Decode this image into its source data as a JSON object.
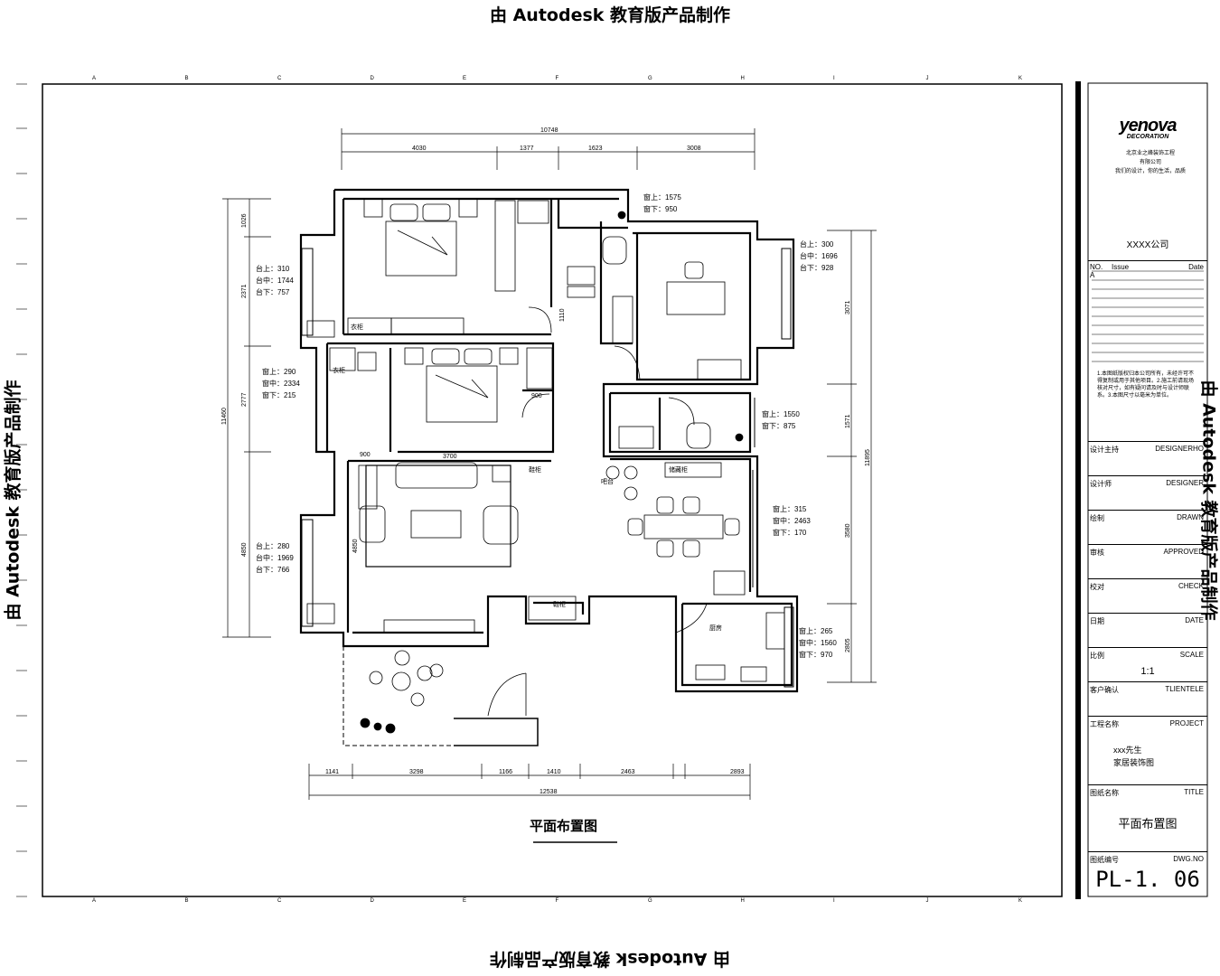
{
  "watermark": "由 Autodesk 教育版产品制作",
  "plan_title": "平面布置图",
  "grid_cols": [
    "A",
    "B",
    "C",
    "D",
    "E",
    "F",
    "G",
    "H",
    "I",
    "J",
    "K"
  ],
  "dims_top": {
    "total": "10748",
    "parts": [
      "4030",
      "1377",
      "1623",
      "3008"
    ]
  },
  "dims_bottom": {
    "total": "12538",
    "parts": [
      "1141",
      "3298",
      "1166",
      "1410",
      "2463",
      "2893"
    ]
  },
  "dims_left": {
    "total": "11460",
    "parts": [
      "1026",
      "2371",
      "2777",
      "4850"
    ]
  },
  "dims_right": {
    "total": "11895",
    "parts": [
      "3071",
      "1571",
      "3580",
      "2805"
    ]
  },
  "inner_dims": {
    "d1": "1110",
    "d2": "3700",
    "d3": "900",
    "d4": "900",
    "d5": "4850"
  },
  "rooms": {
    "r1": "衣柜",
    "r2": "吧台",
    "r3": "储藏柜",
    "r4": "鞋柜",
    "r5": "鞋柜",
    "r6": "厨房",
    "r7": "衣柜"
  },
  "windows": {
    "w1": [
      "窗上：1575",
      "窗下：950"
    ],
    "w2": [
      "台上：300",
      "台中：1696",
      "台下：928"
    ],
    "w3": [
      "台上：310",
      "台中：1744",
      "台下：757"
    ],
    "w4": [
      "窗上：290",
      "窗中：2334",
      "窗下：215"
    ],
    "w5": [
      "窗上：1550",
      "窗下：875"
    ],
    "w6": [
      "窗上：315",
      "窗中：2463",
      "窗下：170"
    ],
    "w7": [
      "台上：280",
      "台中：1969",
      "台下：766"
    ],
    "w8": [
      "窗上：265",
      "窗中：1560",
      "窗下：970"
    ]
  },
  "title_block": {
    "logo": "yenova",
    "logo_sub": "DECORATION",
    "logo_lines": [
      "北京业之峰装饰工程",
      "有限公司",
      "我们的设计，你的生活，品质"
    ],
    "company": "XXXX公司",
    "rev_headers": [
      "NO.",
      "Issue",
      "Date"
    ],
    "rev_first": "A",
    "note": "1.本图纸版权归本公司所有，未经许可不得复制或用于其他项目。2.施工前请现场核对尺寸，如有疑问请及时与设计师联系。3.本图尺寸以毫米为单位。",
    "rows": [
      {
        "cn": "设计主持",
        "en": "DESIGNERHO"
      },
      {
        "cn": "设计师",
        "en": "DESIGNER"
      },
      {
        "cn": "绘制",
        "en": "DRAWN"
      },
      {
        "cn": "审核",
        "en": "APPROVED"
      },
      {
        "cn": "校对",
        "en": "CHECK"
      },
      {
        "cn": "日期",
        "en": "DATE"
      },
      {
        "cn": "比例",
        "en": "SCALE"
      },
      {
        "cn": "客户确认",
        "en": "TLIENTELE"
      },
      {
        "cn": "工程名称",
        "en": "PROJECT"
      },
      {
        "cn": "图纸名称",
        "en": "TITLE"
      },
      {
        "cn": "图纸编号",
        "en": "DWG.NO"
      }
    ],
    "scale": "1:1",
    "project": [
      "xxx先生",
      "家居装饰图"
    ],
    "title": "平面布置图",
    "dwg_no": "PL-1. 06"
  }
}
